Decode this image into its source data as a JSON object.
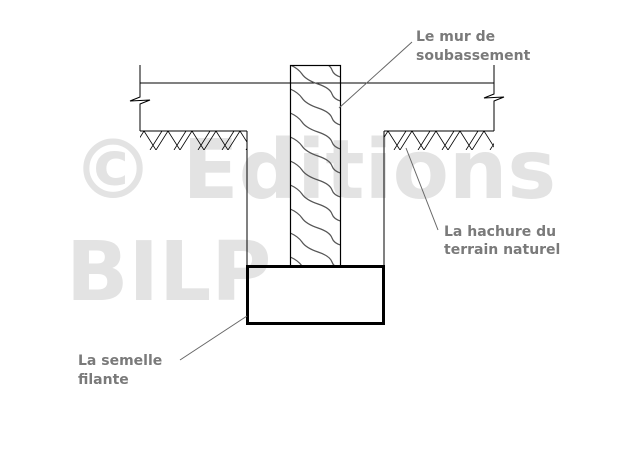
{
  "watermark": {
    "line1": "© Editions",
    "line2": "BILP"
  },
  "labels": {
    "wall": [
      "Le mur de",
      "soubassement"
    ],
    "hatch": [
      "La hachure du",
      "terrain naturel"
    ],
    "footing": [
      "La semelle",
      "filante"
    ]
  },
  "colors": {
    "label": "#7a7a7a",
    "watermark": "#e3e3e3",
    "line": "#000000",
    "leader": "#666666"
  }
}
